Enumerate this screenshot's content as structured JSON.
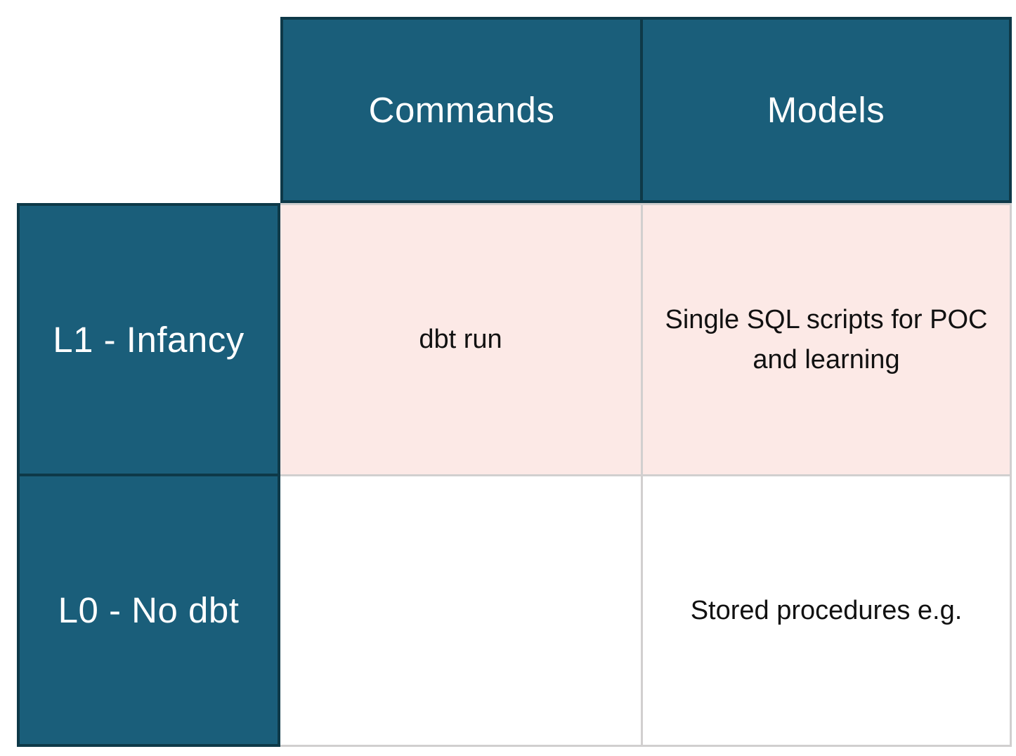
{
  "slide": {
    "background": "#ffffff",
    "description": "dbt maturity matrix table"
  },
  "table": {
    "corner_cell": "",
    "column_headers": [
      {
        "label": "Commands"
      },
      {
        "label": "Models"
      }
    ],
    "rows": [
      {
        "header": "L1 - Infancy",
        "highlighted": true,
        "cells": [
          {
            "text": "dbt run"
          },
          {
            "text": "Single SQL scripts for POC and learning"
          }
        ]
      },
      {
        "header": "L0 - No dbt",
        "highlighted": false,
        "cells": [
          {
            "text": ""
          },
          {
            "text": "Stored procedures e.g."
          }
        ]
      }
    ],
    "colors": {
      "header_bg": "#1a5e7a",
      "header_border": "#0e3948",
      "header_text": "#ffffff",
      "highlight_row_bg": "#fce9e6",
      "plain_row_bg": "#ffffff",
      "grid_line": "#d1cfcf",
      "cell_text": "#111111"
    }
  }
}
